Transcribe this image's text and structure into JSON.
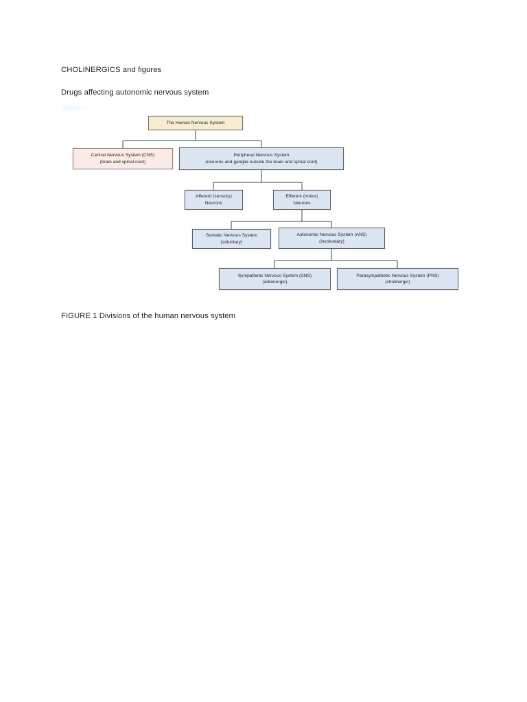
{
  "document": {
    "title": "CHOLINERGICS and figures",
    "subtitle": "Drugs affecting autonomic nervous system",
    "figure_caption": "FIGURE 1 Divisions of the human nervous system"
  },
  "figure": {
    "colors": {
      "root_fill": "#f6ecd2",
      "root_border": "#7d6f4f",
      "cns_fill": "#fbebe7",
      "cns_border": "#9c7d78",
      "branch_fill": "#dce6f2",
      "branch_border": "#5b6066",
      "connector": "#3f4449"
    },
    "nodes": {
      "root": {
        "line1": "The Human Nervous System",
        "line2": ""
      },
      "cns": {
        "line1": "Central Nervous System (CNS)",
        "line2": "(brain and spinal cord)"
      },
      "pns": {
        "line1": "Peripheral Nervous System",
        "line2": "(neurons and ganglia outside the brain and spinal cord)"
      },
      "afferent": {
        "line1": "Afferent (sensory)",
        "line2": "Neurons"
      },
      "efferent": {
        "line1": "Efferent (motor)",
        "line2": "Neurons"
      },
      "somatic": {
        "line1": "Somatic Nervous System",
        "line2": "(voluntary)"
      },
      "ans": {
        "line1": "Autonomic Nervous System (ANS)",
        "line2": "(involuntary)"
      },
      "sns": {
        "line1": "Sympathetic Nervous System (SNS)",
        "line2": "(adrenergic)"
      },
      "psns": {
        "line1": "Parasympathetic Nervous System (PNS)",
        "line2": "(cholinergic)"
      }
    }
  }
}
